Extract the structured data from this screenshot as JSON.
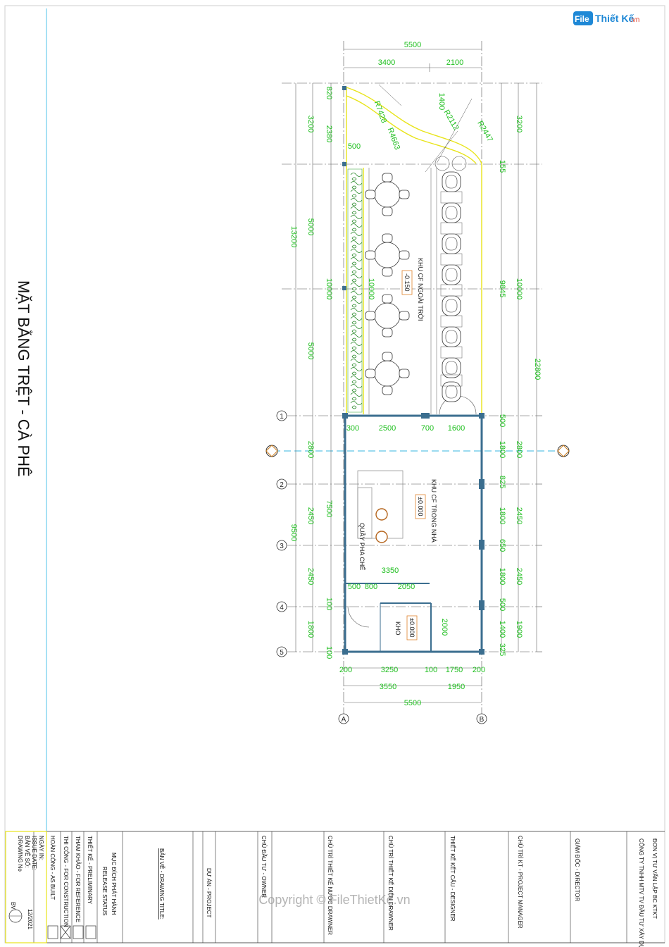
{
  "logo": {
    "brand": "File",
    "suffix": "Thiết Kế",
    "domain": ".vn"
  },
  "title": "MẶT BẰNG TRỆT - CÀ PHÊ",
  "watermark": "Copyright © FileThietKe.vn",
  "dims_top": {
    "total": "5500",
    "seg_a": "3400",
    "seg_b": "2100"
  },
  "dims_bottom": {
    "row1": [
      "200",
      "3250",
      "100",
      "1750",
      "200"
    ],
    "row2": [
      "3550",
      "1950"
    ],
    "total": "5500"
  },
  "dims_left": {
    "outer": "13200",
    "mid": [
      "3200",
      "10000",
      "2800",
      "7500",
      "1800"
    ],
    "detail": [
      "820",
      "2380",
      "5000",
      "5000",
      "2450",
      "2450",
      "100",
      "100"
    ],
    "total_lower": "9500"
  },
  "dims_right": {
    "outer": [
      "3200",
      "10000",
      "2800",
      "2450",
      "2450",
      "1900"
    ],
    "total": "22800",
    "detail": [
      "1400",
      "155",
      "9845",
      "500",
      "1800",
      "825",
      "1800",
      "650",
      "1800",
      "500",
      "1400",
      "325"
    ]
  },
  "dims_inner": {
    "row_a": [
      "300",
      "2500",
      "700",
      "1600"
    ],
    "row_b": "3350",
    "row_c": [
      "500",
      "800",
      "2050"
    ],
    "kho_h": "2000",
    "outdoor_depth": "10000",
    "curb": "500"
  },
  "radii": [
    "R7428",
    "R4663",
    "R2112",
    "R2447"
  ],
  "grid_rows": [
    "1",
    "2",
    "3",
    "4",
    "5"
  ],
  "grid_cols": [
    "A",
    "B"
  ],
  "rooms": {
    "outdoor": "KHU CF NGOÀI TRỜI",
    "outdoor_level": "-0.150",
    "indoor": "KHU CF TRONG NHÀ",
    "indoor_level": "±0.000",
    "bar": "QUẦY PHA CHẾ",
    "storage": "KHO",
    "storage_level": "±0.000"
  },
  "title_block": {
    "company_label": "ĐƠN VỊ TƯ VẤN LẬP BC KTKT",
    "company": "CÔNG TY TNHH MTV TV ĐẦU TƯ XÂY DỰNG",
    "director": "GIÁM ĐỐC - DIRECTOR",
    "pm": "CHỦ TRÌ KT - PROJECT MANAGER",
    "designer": "THIẾT KẾ KẾT CẤU - DESIGNER",
    "drawner1": "CHỦ TRÌ THIẾT KẾ DIỆN DRAWNER",
    "drawner2": "CHỦ TRÌ THIẾT KẾ NƯỚC DRAWNER",
    "owner": "CHỦ ĐẦU TƯ - OWNER",
    "project": "DỰ ÁN - PROJECT",
    "drawing_title": "BẢN VẼ - DRAWING TITLE:",
    "release": "MỤC ĐÍCH PHÁT HÀNH",
    "release_en": "RELEASE STATUS",
    "status": [
      "THIẾT KẾ - PRELIMINARY",
      "THAM KHẢO - FOR REFERENCE",
      "THI CÔNG - FOR CONSTRUCTION",
      "HOÀN CÔNG - AS BUILT"
    ],
    "issue_label": "NGÀY IN:",
    "issue_en": "ISSUE DATE:",
    "issue_date": "12/2021",
    "drawing_no_label": "BẢN VẼ SỐ:",
    "drawing_no_en": "DRAWING No",
    "drawing_code": "BV"
  }
}
